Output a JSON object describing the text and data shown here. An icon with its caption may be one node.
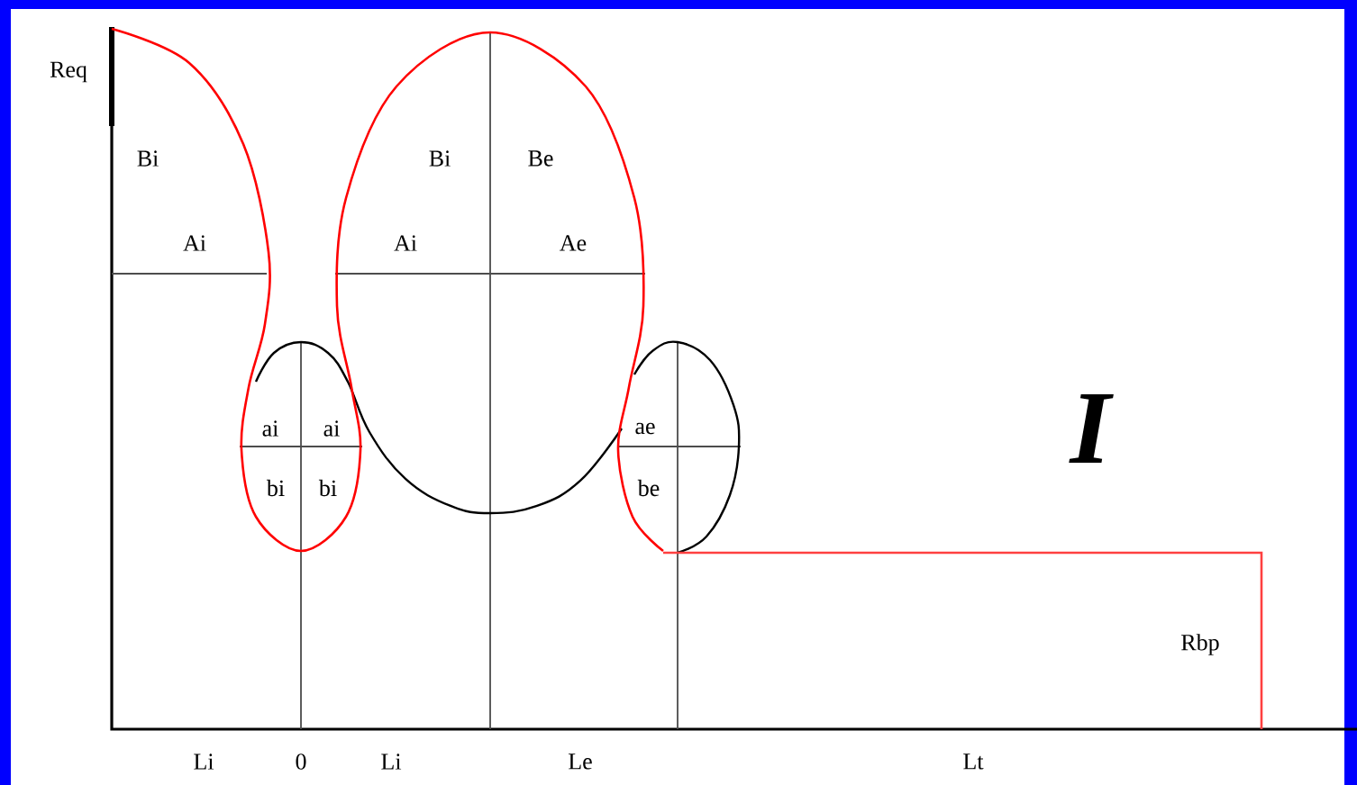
{
  "diagram": {
    "labels": [
      "Req",
      "Bi",
      "Ai",
      "Bi",
      "Be",
      "Ai",
      "Ae",
      "ai",
      "ai",
      "ae",
      "bi",
      "bi",
      "be",
      "I",
      "Rbp",
      "Li",
      "0",
      "Li",
      "Le",
      "Lt"
    ]
  }
}
